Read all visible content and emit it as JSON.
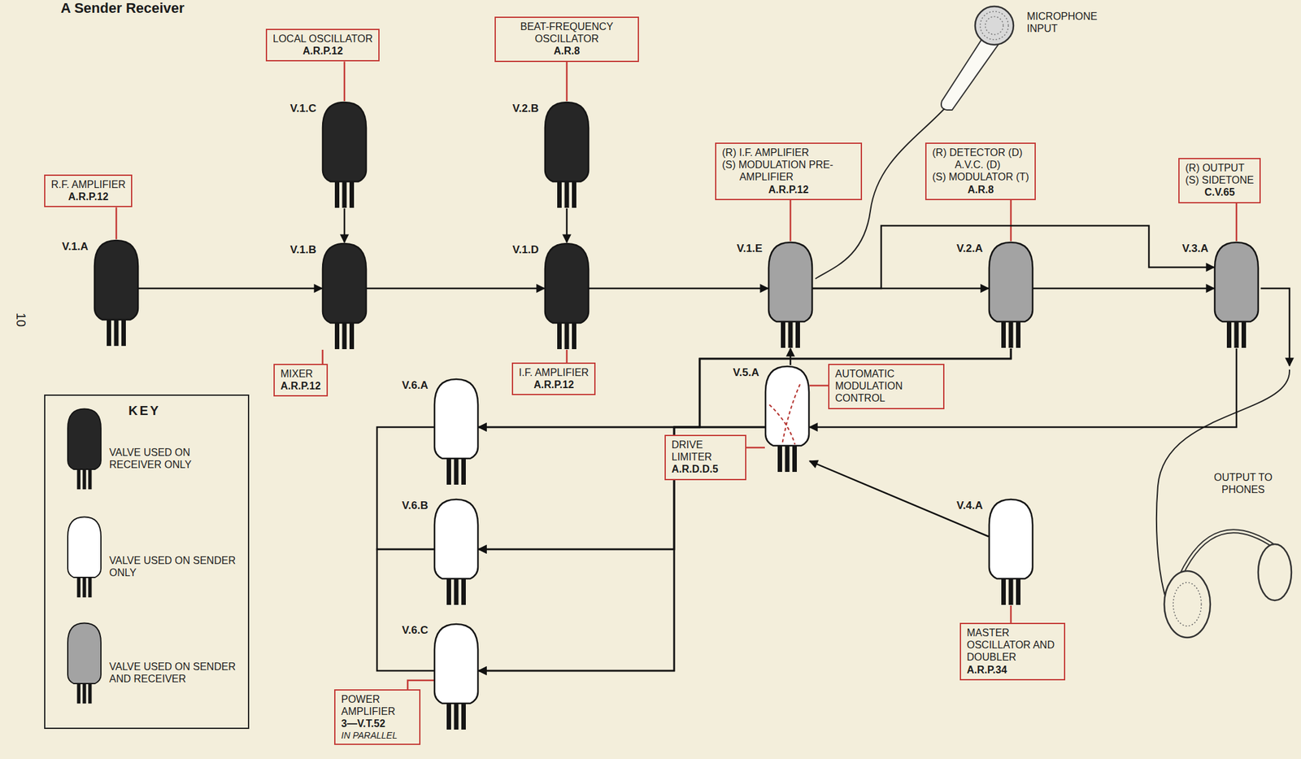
{
  "diagram": {
    "title": "A Sender Receiver",
    "nodes": [
      {
        "text": [
          "LOCAL OSCILLATOR",
          "A.R.P.12"
        ]
      },
      {
        "text": [
          "BEAT-FREQUENCY OSCILLATOR",
          "A.R.8"
        ]
      },
      {
        "text": [
          "V.1.C"
        ]
      },
      {
        "text": [
          "V.2.B"
        ]
      },
      {
        "text": [
          "R.F. AMPLIFIER",
          "A.R.P.12"
        ]
      },
      {
        "text": [
          "(R) I.F. AMPLIFIER",
          "(S) MODULATION PRE-AMPLIFIER",
          "A.R.P.12"
        ]
      },
      {
        "text": [
          "(R) DETECTOR (D)",
          "A.V.C. (D)",
          "(S) MODULATOR (T)",
          "A.R.8"
        ]
      },
      {
        "text": [
          "(R) OUTPUT",
          "(S) SIDETONE",
          "C.V.65"
        ]
      },
      {
        "text": [
          "V.1.A"
        ]
      },
      {
        "text": [
          "V.1.B"
        ]
      },
      {
        "text": [
          "V.1.D"
        ]
      },
      {
        "text": [
          "V.1.E"
        ]
      },
      {
        "text": [
          "V.2.A"
        ]
      },
      {
        "text": [
          "V.3.A"
        ]
      },
      {
        "text": [
          "MIXER",
          "A.R.P.12"
        ]
      },
      {
        "text": [
          "I.F. AMPLIFIER",
          "A.R.P.12"
        ]
      },
      {
        "text": [
          "V.6.A"
        ]
      },
      {
        "text": [
          "V.5.A"
        ]
      },
      {
        "text": [
          "AUTOMATIC MODULATION CONTROL"
        ]
      },
      {
        "text": [
          "DRIVE LIMITER",
          "A.R.D.D.5"
        ]
      },
      {
        "text": [
          "V.6.B"
        ]
      },
      {
        "text": [
          "V.4.A"
        ]
      },
      {
        "text": [
          "V.6.C"
        ]
      },
      {
        "text": [
          "MASTER OSCILLATOR AND DOUBLER",
          "A.R.P.34"
        ]
      },
      {
        "text": [
          "POWER AMPLIFIER",
          "3—V.T.52",
          "IN PARALLEL"
        ]
      }
    ],
    "edges": [
      {
        "from": 4,
        "to": 8,
        "arrow": "none"
      },
      {
        "from": 0,
        "to": 2,
        "arrow": "none"
      },
      {
        "from": 1,
        "to": 3,
        "arrow": "none"
      },
      {
        "from": 5,
        "to": 11,
        "arrow": "none"
      },
      {
        "from": 6,
        "to": 12,
        "arrow": "none"
      },
      {
        "from": 7,
        "to": 13,
        "arrow": "none"
      },
      {
        "from": 9,
        "to": 14,
        "arrow": "none"
      },
      {
        "from": 10,
        "to": 15,
        "arrow": "none"
      },
      {
        "from": 18,
        "to": 17,
        "arrow": "none"
      },
      {
        "from": 19,
        "to": 17,
        "arrow": "none"
      },
      {
        "from": 21,
        "to": 23,
        "arrow": "none"
      },
      {
        "from": 24,
        "to": 22,
        "arrow": "none"
      },
      {
        "from": 8,
        "to": 9,
        "arrow": "to"
      },
      {
        "from": 2,
        "to": 9,
        "arrow": "to"
      },
      {
        "from": 9,
        "to": 10,
        "arrow": "to"
      },
      {
        "from": 3,
        "to": 10,
        "arrow": "to"
      },
      {
        "from": 10,
        "to": 11,
        "arrow": "to"
      },
      {
        "from": 11,
        "to": 12,
        "arrow": "to"
      },
      {
        "from": 11,
        "to": 13,
        "arrow": "to"
      },
      {
        "from": 12,
        "to": 13,
        "arrow": "to"
      },
      {
        "from": 12,
        "to": 16,
        "arrow": "to"
      },
      {
        "from": 12,
        "to": 20,
        "arrow": "to"
      },
      {
        "from": 12,
        "to": 22,
        "arrow": "to"
      },
      {
        "from": 17,
        "to": 16,
        "arrow": "to"
      },
      {
        "from": 17,
        "to": 20,
        "arrow": "to"
      },
      {
        "from": 17,
        "to": 22,
        "arrow": "to"
      },
      {
        "from": 17,
        "to": 11,
        "arrow": "to"
      },
      {
        "from": 13,
        "to": 17,
        "arrow": "to"
      },
      {
        "from": 21,
        "to": 17,
        "arrow": "to"
      },
      {
        "from": 16,
        "to": 20,
        "arrow": "none"
      },
      {
        "from": 20,
        "to": 22,
        "arrow": "none"
      }
    ],
    "labels": [
      "MICROPHONE INPUT",
      "KEY",
      "OUTPUT TO PHONES",
      "10"
    ],
    "legend": [
      {
        "text": "VALVE USED ON RECEIVER ONLY",
        "color": "#262626"
      },
      {
        "text": "VALVE USED ON SENDER ONLY",
        "color": "#ffffff"
      },
      {
        "text": "VALVE USED ON SENDER AND RECEIVER",
        "color": "#a3a3a3"
      }
    ]
  }
}
